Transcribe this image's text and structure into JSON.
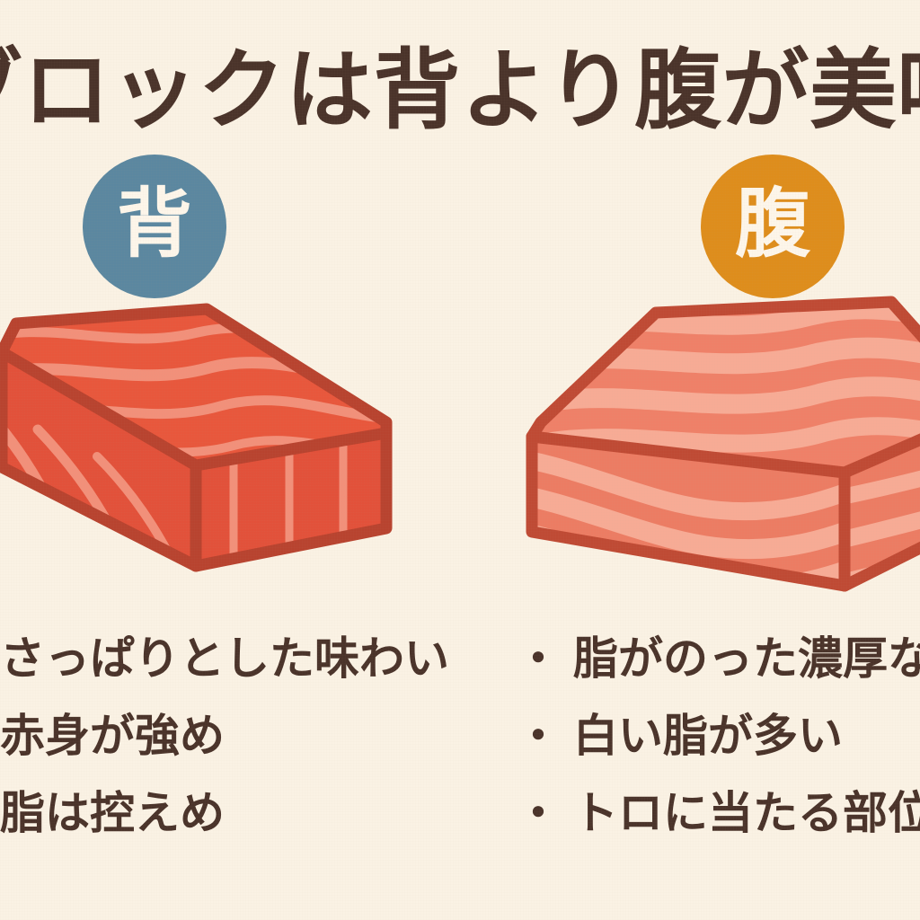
{
  "background_color": "#faf2e4",
  "text_color": "#4a332a",
  "header": {
    "title": "刺身ブロックは背より腹が美味しい",
    "note_clipped": "title is cropped at both left and right edges"
  },
  "columns": [
    {
      "id": "back",
      "badge": {
        "label": "背",
        "color": "#5b87a0",
        "text_color": "#fdf6ea"
      },
      "illustration": {
        "name": "tuna-block-back",
        "fill": "#e8573c",
        "side_fill": "#e2513a",
        "stripe": "#f2907a",
        "outline": "#b8432f",
        "stripe_style": "thin"
      },
      "bullets": [
        "さっぱりとした味わい",
        "赤身が強め",
        "脂は控えめ"
      ]
    },
    {
      "id": "belly",
      "badge": {
        "label": "腹",
        "color": "#de8d1c",
        "text_color": "#fdf6ea"
      },
      "illustration": {
        "name": "tuna-block-belly",
        "fill": "#ef8068",
        "side_fill": "#ec7c63",
        "stripe": "#f7ab95",
        "outline": "#bf4a34",
        "stripe_style": "thick"
      },
      "bullets": [
        "脂がのった濃厚な味わい",
        "白い脂が多い",
        "トロに当たる部位"
      ]
    }
  ],
  "bullet_marker": "・"
}
